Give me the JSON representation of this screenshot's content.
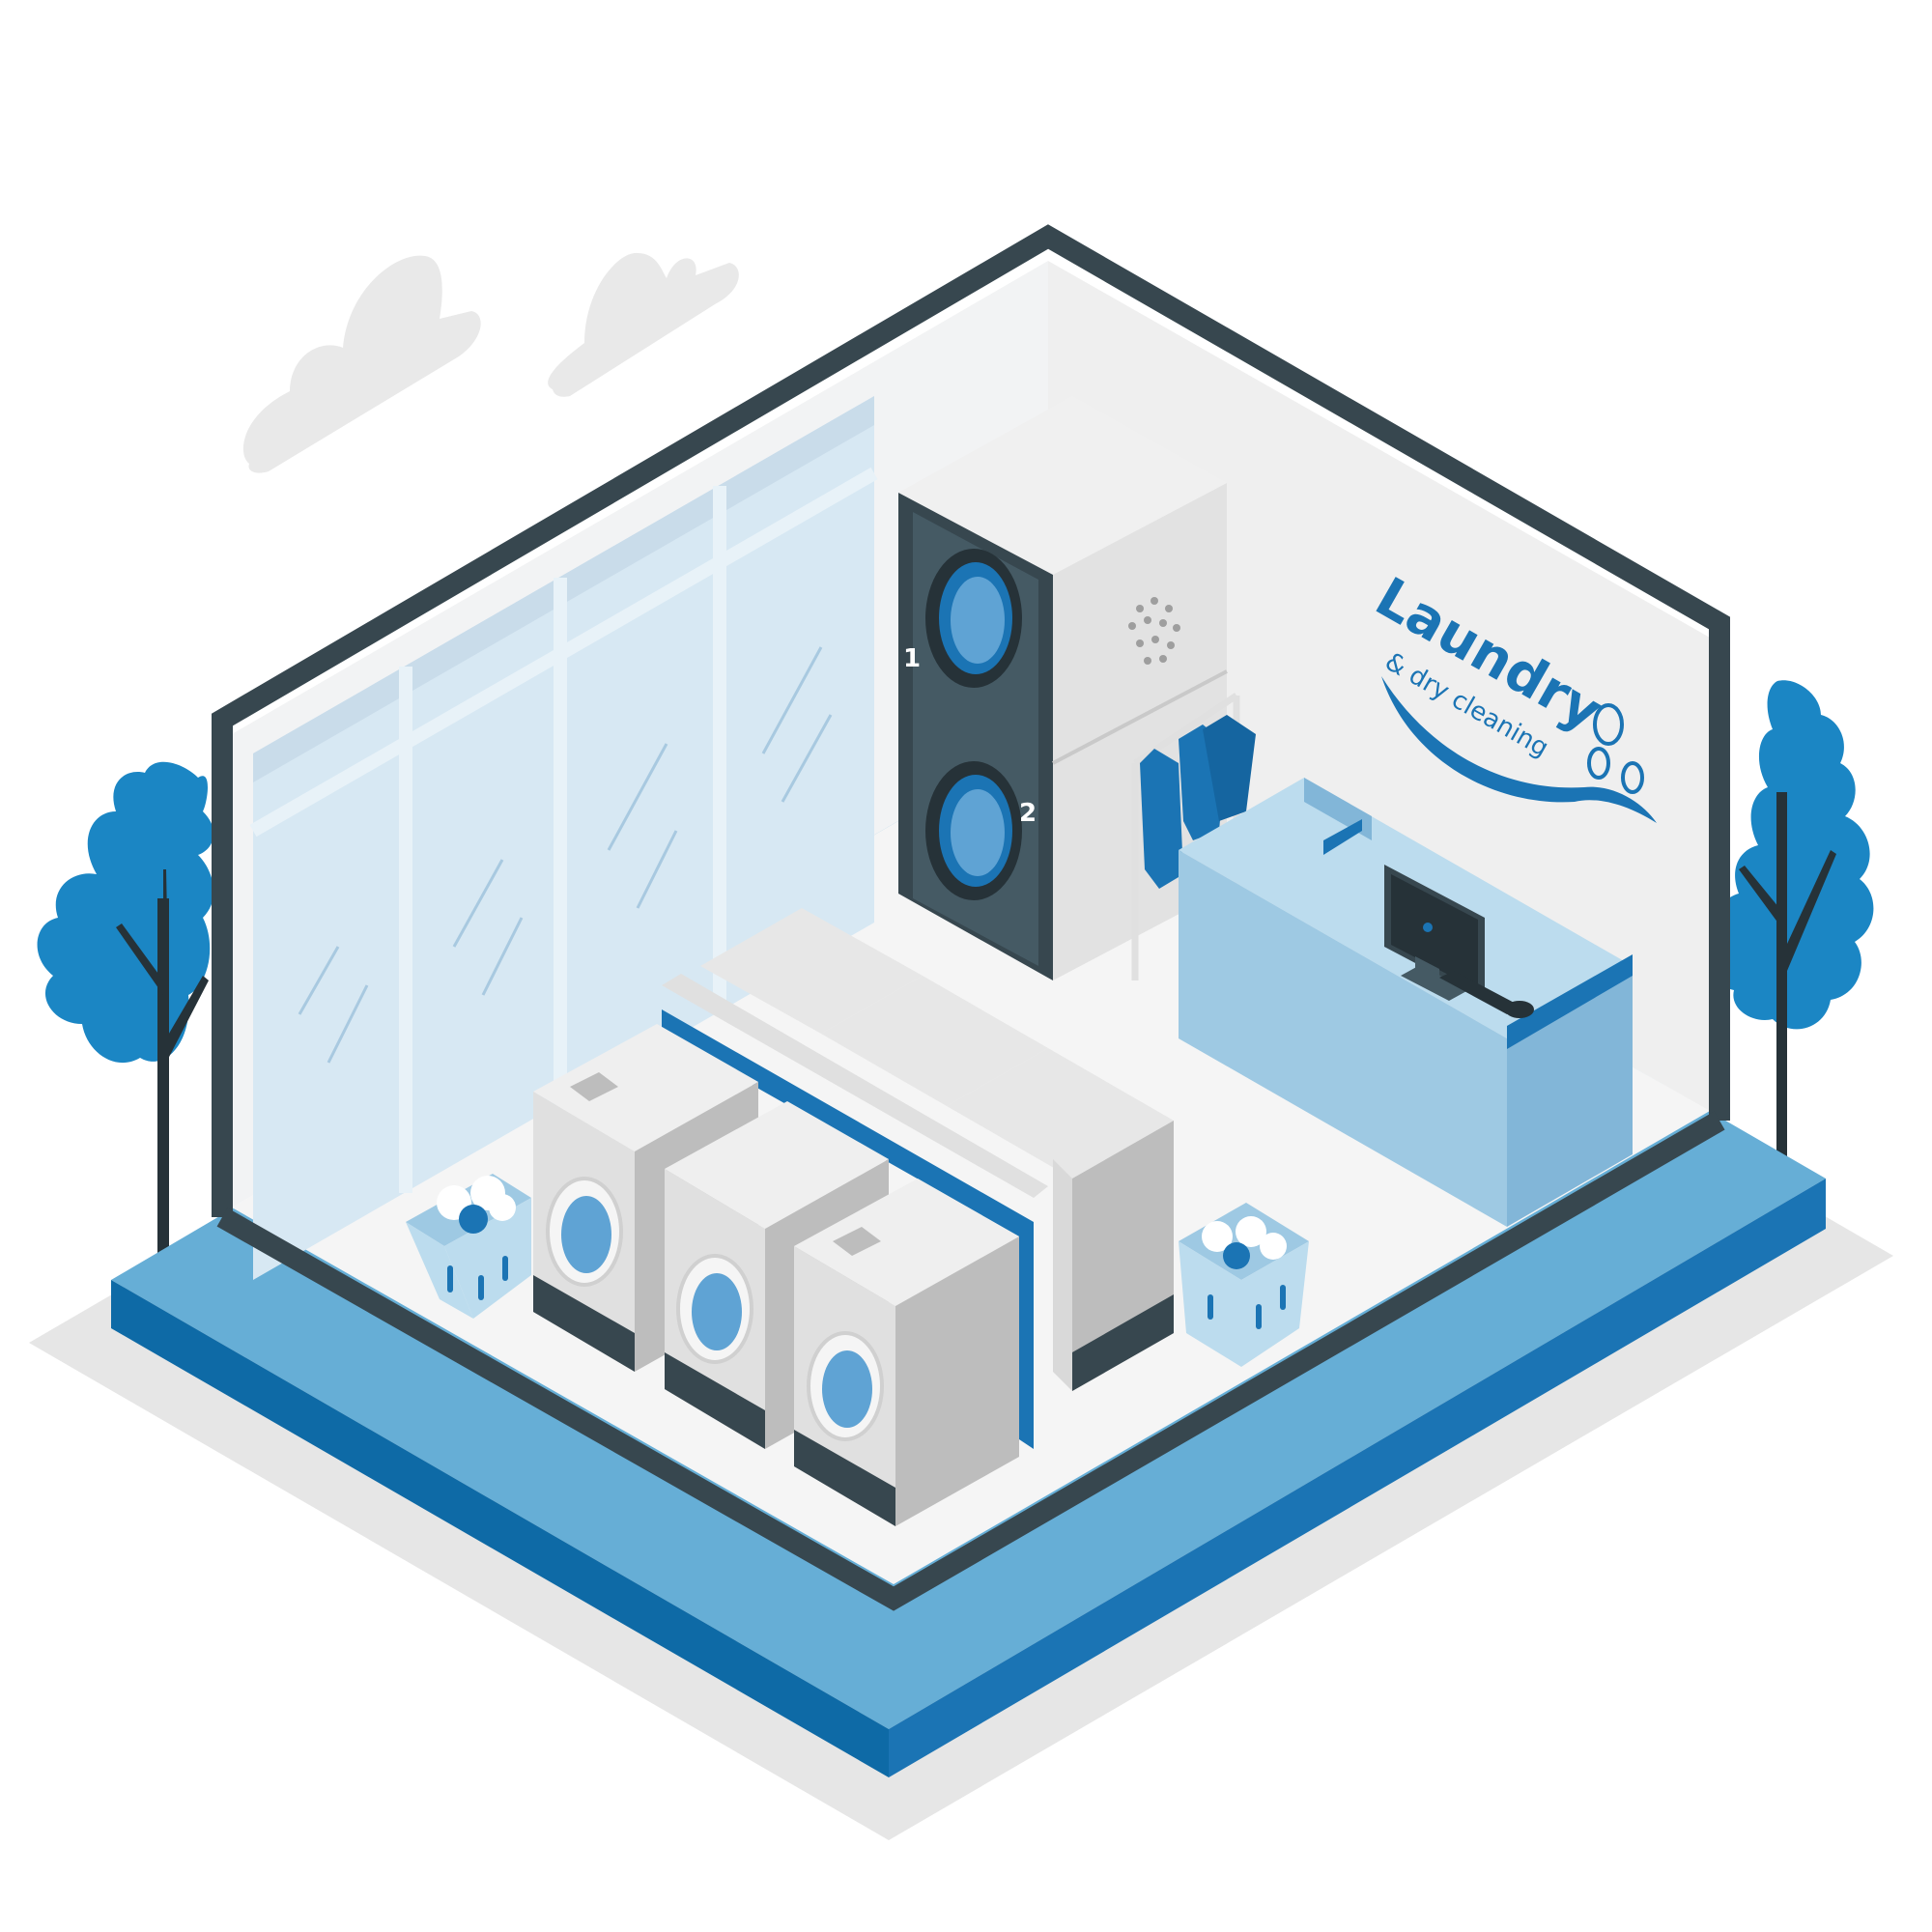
{
  "sign": {
    "title": "Laundry",
    "subtitle": "& dry cleaning"
  },
  "stacked_machine": {
    "top_number": "1",
    "bottom_number": "2"
  },
  "colors": {
    "frame": "#37474f",
    "accent_blue": "#1b74b4",
    "light_blue": "#9ec9e3",
    "platform_blue": "#66aed6",
    "machine_gray": "#e0e0e0",
    "floor": "#f5f5f5"
  }
}
